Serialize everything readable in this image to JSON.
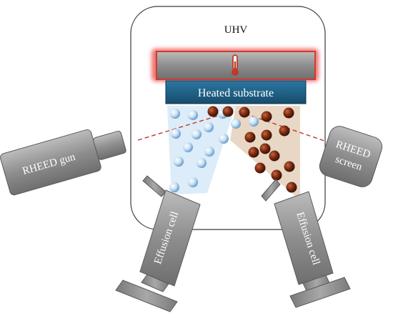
{
  "chamber_label": "UHV",
  "substrate_label": "Heated substrate",
  "rheed_gun_label": "RHEED gun",
  "rheed_screen_label_line1": "RHEED",
  "rheed_screen_label_line2": "screen",
  "effusion_cell_left_label": "Effusion cell",
  "effusion_cell_right_label": "Effusion cell",
  "heater_icon": "thermometer-icon",
  "colors": {
    "heater_glow": "#e8463f",
    "heater_body": "#a6a6a6",
    "substrate": "#1f5f86",
    "blue_particle": "#bcd9f2",
    "brown_particle": "#7a2a12",
    "blue_plume": "#d8eaf8",
    "brown_plume": "#e6d3bf",
    "beam": "#c0392b",
    "device_gray": "#8c8c8c"
  }
}
